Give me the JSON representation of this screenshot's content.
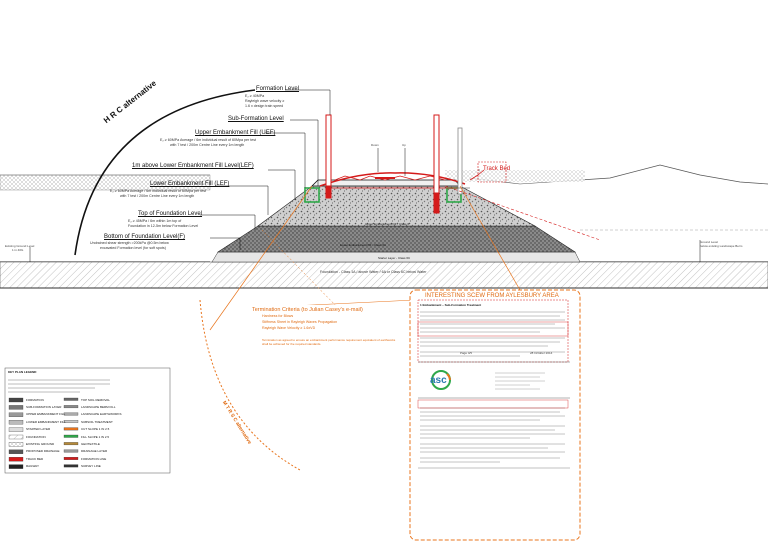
{
  "colors": {
    "accent_orange": "#e8741c",
    "accent_red": "#d41a1a",
    "green": "#2fa84a",
    "fill_grey": "#bdbdbd",
    "line_dark": "#111111"
  },
  "labels": {
    "formation_level": "Formation Level",
    "formation_b1": "E₂ ≥ 40MPa",
    "formation_b2": "Rayleigh wave velocity ≥",
    "formation_b3": "1.6 x design train speed",
    "sub_formation_level": "Sub-Formation Level",
    "ulef_title": "Upper Embankment Fill (UEF)",
    "ulef_line1": "E₂ ≥ 60MPa Average / 6m individual result of 60Mpa per test",
    "ulef_line2": "with 7 test / 200m Centre Line every 1m length",
    "lef_above_title": "1m above Lower Embankment Fill Level(LEF)",
    "lef_title": "Lower Embankment Fill (LEF)",
    "lef_line1": "E₂ ≥ 60MPa Average / 6m individual result of 60Mpa per test",
    "lef_line2": "with 7 test / 200m Centre Line every 1m length",
    "top_foundation": "Top of Foundation Level",
    "top_foundation_l1": "E₂ ≥ 45MPa / 6m within 1m top of",
    "top_foundation_l2": "Foundation in 12-5m below Formation Level",
    "bottom_foundation": "Bottom of Foundation Level(F)",
    "bottom_foundation_l1": "Undrained shear strength >200kPa @0.5m below",
    "bottom_foundation_l2": "excavated Formation level (for soft spots)",
    "existing_ground": "Existing Ground Level",
    "existing_ground_sub": "1 in 40G",
    "foundation_class": "Foundation - Class 1A / above Water / 6A or Class 6C below Water",
    "uef_body": "Upper Embankment Fill - Class 6",
    "lef_body": "Lower Embankment Fill - Class 6A",
    "starter_layer": "Starter Layer - Class 6C",
    "track_bed": "Track Bed",
    "down_label": "Down",
    "up_label": "Up",
    "right_ground": "Ground Level",
    "right_ground_sub": "below existing Landscape Berm",
    "arc_upper": "H R C alternative",
    "arc_lower": "M T R S C alternative",
    "termination_title": "Termination Criteria (to Julian Casey's e-mail)",
    "termination_b1": "Hardness for Blows",
    "termination_b2": "Stiffness Sheet in Rayleigh Waves Propagation",
    "termination_b3": "Rayleigh Wave Velocity ≥ 1.6xVD",
    "termination_note": "Termination as agreed to ensure an embankment performance requirement equivalent of earthworks shall be achieved for the required standards.",
    "screw_title": "INTERESTING SCEW FROM AYLESBURY AREA",
    "screw_section": "1   Embankment – Sub-Formation Treatment",
    "screw_footer_left": "Page 4/5",
    "screw_footer_right": "28 October 2014",
    "logo_text": "asc",
    "legend_title": "KEY PLAN LEGEND",
    "legend_items_left": [
      "FORMATION",
      "SUB-FORMATION LAYER",
      "UPPER EMBANKMENT FILL",
      "LOWER EMBANKMENT FILL",
      "STARTER LAYER",
      "FOUNDATION",
      "EXISTING GROUND",
      "PROPOSED DRAINAGE",
      "TRACK BED",
      "RAILWAY"
    ],
    "legend_items_right": [
      "TOP SOIL REMOVAL",
      "LANDSCAPE BERM FILL",
      "LANDSCAPE EARTHWORKS",
      "SUBSOIL TREATMENT",
      "CUT SLOPE 1 IN 2.5",
      "FILL SLOPE 1 IN 2.5",
      "GEOTEXTILE",
      "DRAINAGE LAYER",
      "FORMATION LINE",
      "SURVEY LINE"
    ]
  }
}
